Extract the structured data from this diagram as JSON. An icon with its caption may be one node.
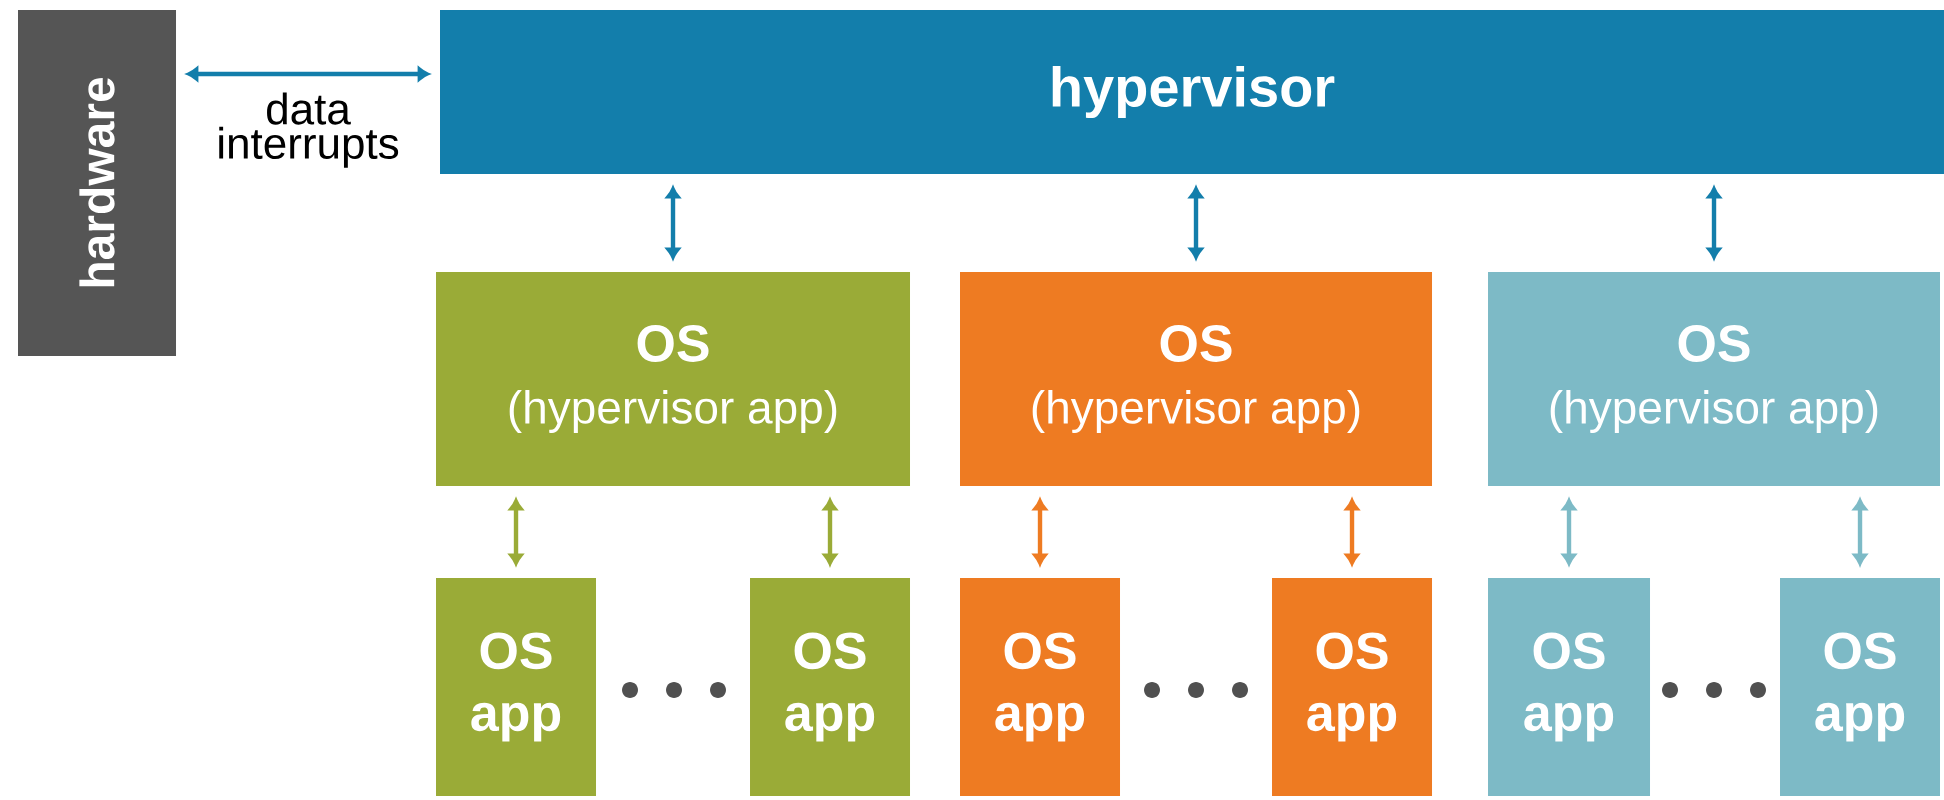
{
  "diagram": {
    "nodes": [
      {
        "text": [
          "hardware"
        ]
      },
      {
        "text": [
          "hypervisor"
        ]
      },
      {
        "text": [
          "OS",
          "(hypervisor app)"
        ]
      },
      {
        "text": [
          "OS",
          "(hypervisor app)"
        ]
      },
      {
        "text": [
          "OS",
          "(hypervisor app)"
        ]
      },
      {
        "text": [
          "OS app"
        ]
      },
      {
        "text": [
          "OS app"
        ]
      },
      {
        "text": [
          "OS app"
        ]
      },
      {
        "text": [
          "OS app"
        ]
      },
      {
        "text": [
          "OS app"
        ]
      },
      {
        "text": [
          "OS app"
        ]
      }
    ],
    "edges": [
      {
        "from": 0,
        "to": 1,
        "arrow": "both",
        "label": "data interrupts"
      },
      {
        "from": 1,
        "to": 2,
        "arrow": "both"
      },
      {
        "from": 1,
        "to": 3,
        "arrow": "both"
      },
      {
        "from": 1,
        "to": 4,
        "arrow": "both"
      },
      {
        "from": 2,
        "to": 5,
        "arrow": "both",
        "color": "#9aab37"
      },
      {
        "from": 2,
        "to": 6,
        "arrow": "both",
        "color": "#9aab37"
      },
      {
        "from": 3,
        "to": 7,
        "arrow": "both",
        "color": "#ee7b22"
      },
      {
        "from": 3,
        "to": 8,
        "arrow": "both",
        "color": "#ee7b22"
      },
      {
        "from": 4,
        "to": 9,
        "arrow": "both",
        "color": "#7dbac6"
      },
      {
        "from": 4,
        "to": 10,
        "arrow": "both",
        "color": "#7dbac6"
      }
    ]
  }
}
